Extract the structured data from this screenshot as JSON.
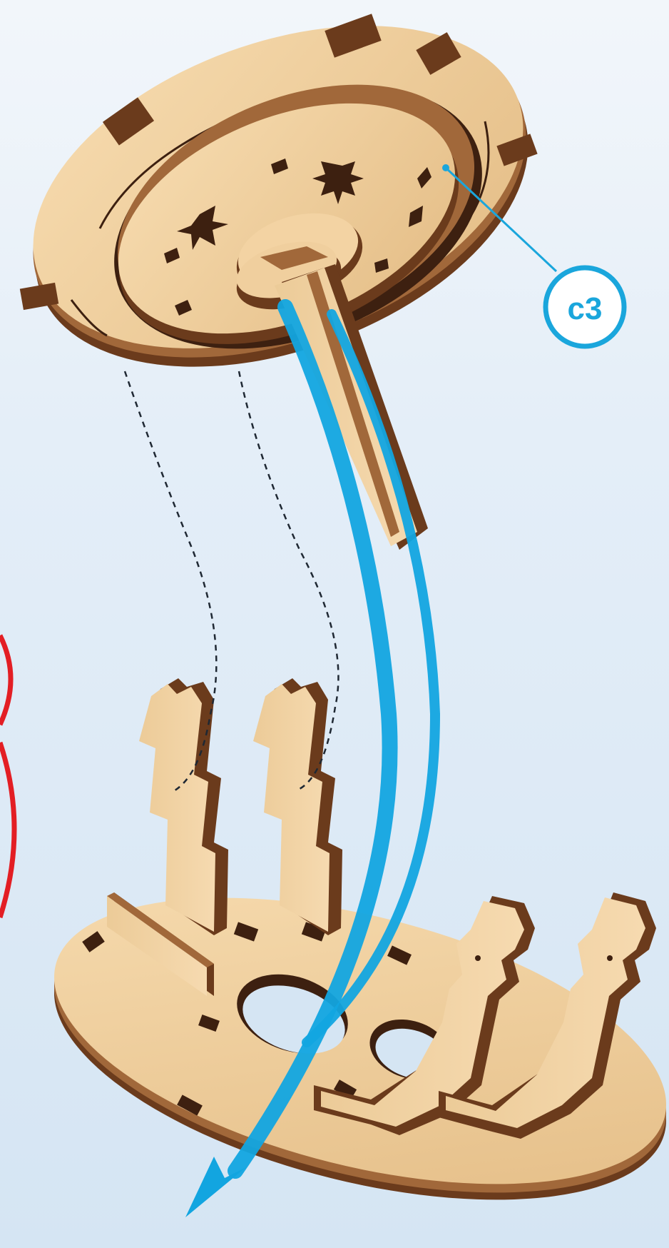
{
  "callout": {
    "label": "c3",
    "color": "#1aa6dc"
  },
  "colors": {
    "background_top": "#f2f6fa",
    "background_bottom": "#d5e5f3",
    "wood_face": "#f0cf9e",
    "wood_face_shade": "#e2b983",
    "wood_edge": "#6b3b1c",
    "wood_edge_light": "#a1683a",
    "hole": "#3d2010",
    "arrow": "#12a5e0",
    "guide_dash": "#1f2833",
    "red_mark": "#e31e24"
  },
  "icons": {
    "assembly_arrow": "curved-down-arrow",
    "guide_lines": "dashed-alignment-lines"
  }
}
